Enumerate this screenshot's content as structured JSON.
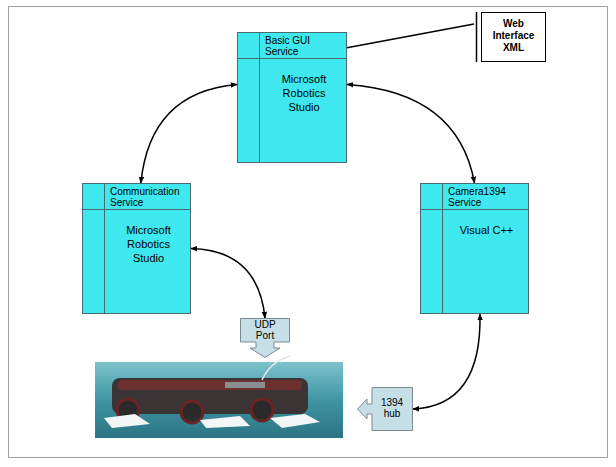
{
  "diagram": {
    "nodes": [
      {
        "text": [
          "Basic GUI Service",
          "Microsoft Robotics Studio"
        ]
      },
      {
        "text": [
          "Web Interface XML"
        ]
      },
      {
        "text": [
          "Communication Service",
          "Microsoft Robotics Studio"
        ]
      },
      {
        "text": [
          "Camera1394 Service",
          "Visual C++"
        ]
      },
      {
        "text": [
          "UDP Port"
        ]
      },
      {
        "text": [
          "1394 hub"
        ]
      }
    ],
    "edges": [
      {
        "from": 0,
        "to": 1,
        "arrow": "none"
      },
      {
        "from": 0,
        "to": 2,
        "arrow": "both"
      },
      {
        "from": 0,
        "to": 3,
        "arrow": "both"
      },
      {
        "from": 2,
        "to": 4,
        "arrow": "both"
      },
      {
        "from": 3,
        "to": 5,
        "arrow": "both"
      }
    ]
  }
}
